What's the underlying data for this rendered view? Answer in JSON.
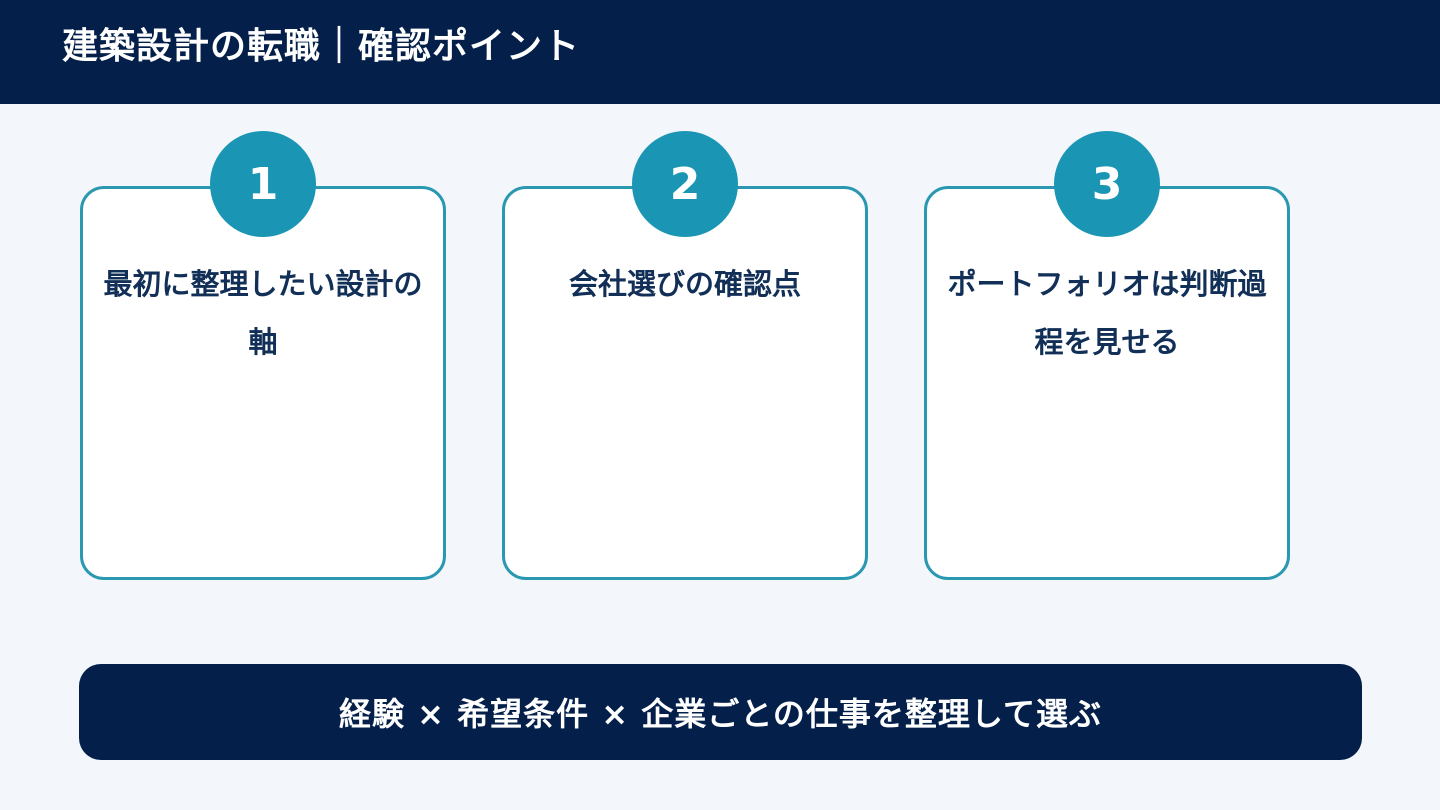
{
  "header": {
    "title": "建築設計の転職｜確認ポイント"
  },
  "cards": [
    {
      "number": "1",
      "title": "最初に整理したい設計の軸"
    },
    {
      "number": "2",
      "title": "会社選びの確認点"
    },
    {
      "number": "3",
      "title": "ポートフォリオは判断過程を見せる"
    }
  ],
  "banner": {
    "text": "経験 × 希望条件 × 企業ごとの仕事を整理して選ぶ"
  },
  "colors": {
    "navy": "#04204a",
    "teal": "#1a96b4",
    "card_border": "#2a98b0",
    "background": "#f3f7fb"
  }
}
